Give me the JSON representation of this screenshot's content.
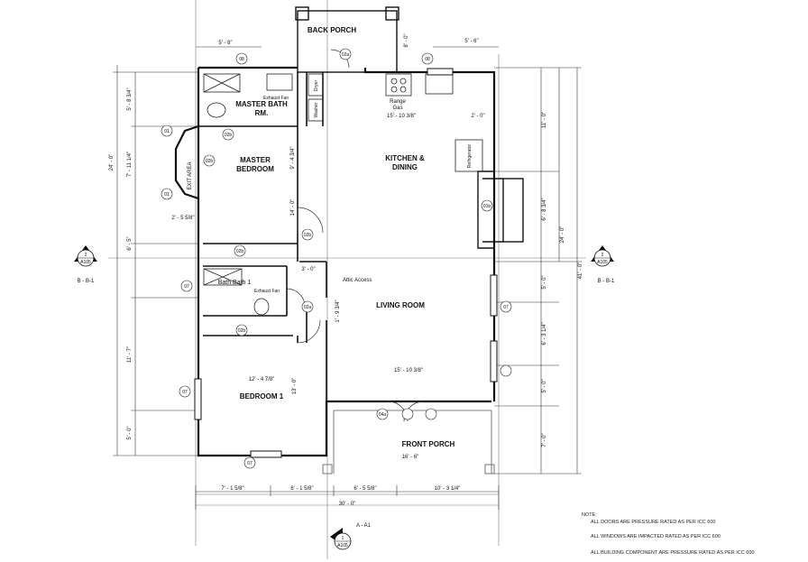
{
  "rooms": {
    "back_porch": "BACK PORCH",
    "master_bath": "MASTER BATH",
    "master_bath_rm": "RM.",
    "master_bedroom_1": "MASTER",
    "master_bedroom_2": "BEDROOM",
    "kitchen_1": "KITCHEN &",
    "kitchen_2": "DINING",
    "living_room": "LIVING ROOM",
    "bath": "Bath Bath 1",
    "bedroom1": "BEDROOM 1",
    "front_porch": "FRONT PORCH"
  },
  "labels": {
    "exit_area": "EXIT AREA",
    "attic_access": "Attic Access",
    "range_1": "Range",
    "range_2": "Gas",
    "dryer": "Dryer",
    "washer": "Washer",
    "refrigerator": "Refrigerator",
    "exhaust_fan_1": "Exhaust Fan",
    "exhaust_fan_2": "Exhaust Fan"
  },
  "dimensions": {
    "top_left": "5' - 8\"",
    "top_right": "5' - 6\"",
    "porch_depth": "8' - 0\"",
    "kitchen_width": "15' - 10 3/8\"",
    "kitchen_right": "2' - 0\"",
    "mb_width": "9' - 4 3/4\"",
    "mb_depth": "14' - 0\"",
    "closet": "2' - 5 5/8\"",
    "hall": "3' - 0\"",
    "hall2": "1' - 9 3/4\"",
    "bed1_width": "12' - 4 7/8\"",
    "bed1_depth": "13' - 0\"",
    "living_width": "15' - 10 3/8\"",
    "front_porch_width": "16' - 6\"",
    "left_1": "5' - 8 3/4\"",
    "left_2": "7' - 11 1/4\"",
    "left_total": "24' - 0\"",
    "left_3": "6' - 5\"",
    "left_4": "11' - 7\"",
    "left_5": "5' - 0\"",
    "right_1": "11' - 0\"",
    "right_2": "6' - 8 3/4\"",
    "right_3": "5' - 0\"",
    "right_4": "6' - 3 1/4\"",
    "right_5": "5' - 0\"",
    "right_6": "7' - 0\"",
    "right_total_1": "24' - 0\"",
    "right_total_2": "41' - 0\"",
    "bottom_1": "7' - 1 5/8\"",
    "bottom_2": "6' - 1 5/8\"",
    "bottom_3": "6' - 5 5/8\"",
    "bottom_4": "10' - 3 1/4\"",
    "bottom_total": "30' - 0\""
  },
  "section_markers": {
    "left_num": "2",
    "left_sheet": "A105",
    "left_label": "B - B-1",
    "right_num": "2",
    "right_sheet": "A105",
    "right_label": "B - B-1",
    "bottom_num": "1",
    "bottom_sheet": "A105",
    "bottom_label": "A - A1"
  },
  "tags": [
    "08",
    "02a",
    "08",
    "01",
    "01",
    "07",
    "07",
    "07",
    "07",
    "02b",
    "02b",
    "02b",
    "02b",
    "02b",
    "02a",
    "01b",
    "04a"
  ],
  "notes": {
    "title": "NOTE:",
    "line1": "ALL DOORS ARE PRESSURE RATED AS PER ICC 600",
    "line2": "ALL WINDOWS ARE IMPACTED RATED AS PER ICC 600",
    "line3": "ALL BUILDING COMPONENT ARE PRESSURE RATED AS PER ICC 600"
  }
}
